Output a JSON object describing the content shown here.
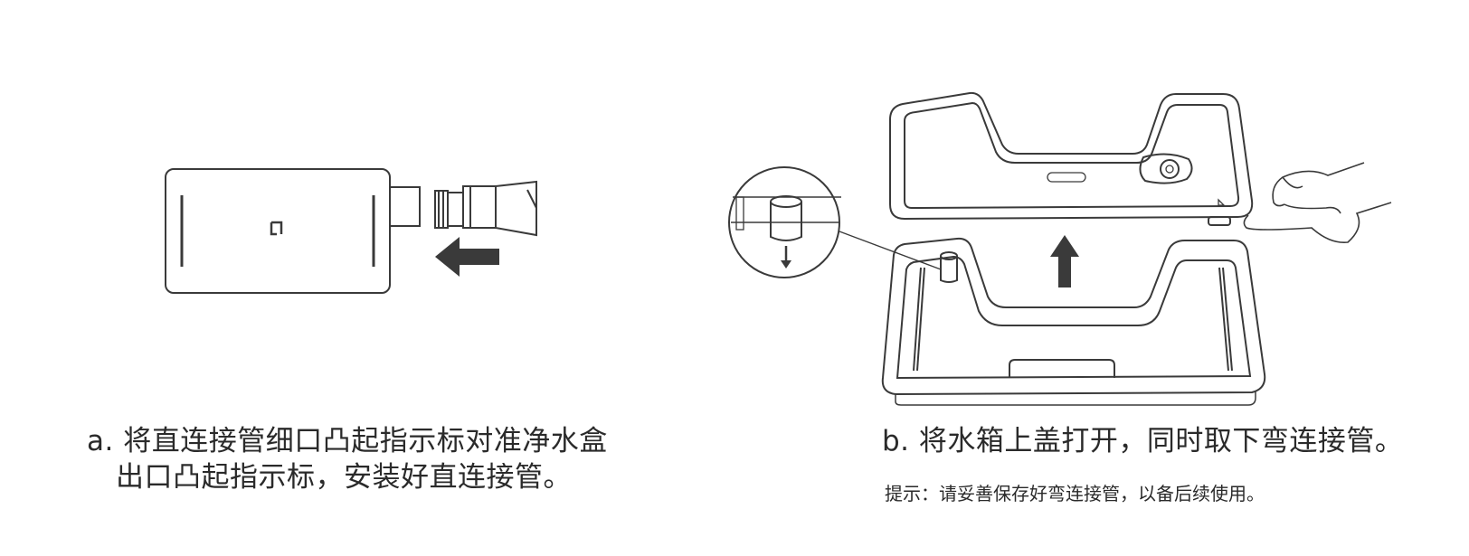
{
  "step_a": {
    "line1": "a. 将直连接管细口凸起指示标对准净水盒",
    "line2": "出口凸起指示标，安装好直连接管。"
  },
  "step_b": {
    "title": "b. 将水箱上盖打开，同时取下弯连接管。",
    "tip": "提示：请妥善保存好弯连接管，以备后续使用。"
  },
  "illustration": {
    "brand_logo_glyph": "mi-logo",
    "arrow_left_icon": "arrow-left-icon",
    "arrow_up_icon": "arrow-up-icon",
    "arrow_down_icon": "arrow-down-icon"
  }
}
